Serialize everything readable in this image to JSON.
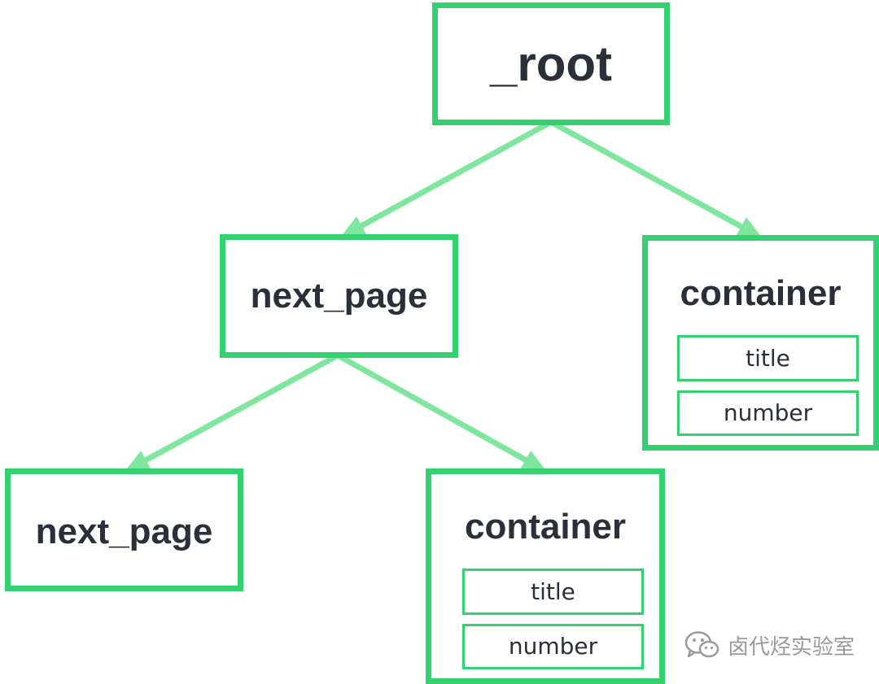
{
  "colors": {
    "node_border": "#33d16f",
    "edge": "#7ee79d",
    "text": "#2b2f3a",
    "watermark": "#9a9a9a"
  },
  "tree": {
    "root": {
      "label": "_root"
    },
    "next_page_1": {
      "label": "next_page"
    },
    "container_1": {
      "label": "container",
      "fields": [
        "title",
        "number"
      ]
    },
    "next_page_2": {
      "label": "next_page"
    },
    "container_2": {
      "label": "container",
      "fields": [
        "title",
        "number"
      ]
    },
    "edges": [
      {
        "from": "_root",
        "to": "next_page"
      },
      {
        "from": "_root",
        "to": "container"
      },
      {
        "from": "next_page",
        "to": "next_page"
      },
      {
        "from": "next_page",
        "to": "container"
      }
    ]
  },
  "watermark": {
    "icon": "wechat-icon",
    "text": "卤代烃实验室"
  }
}
